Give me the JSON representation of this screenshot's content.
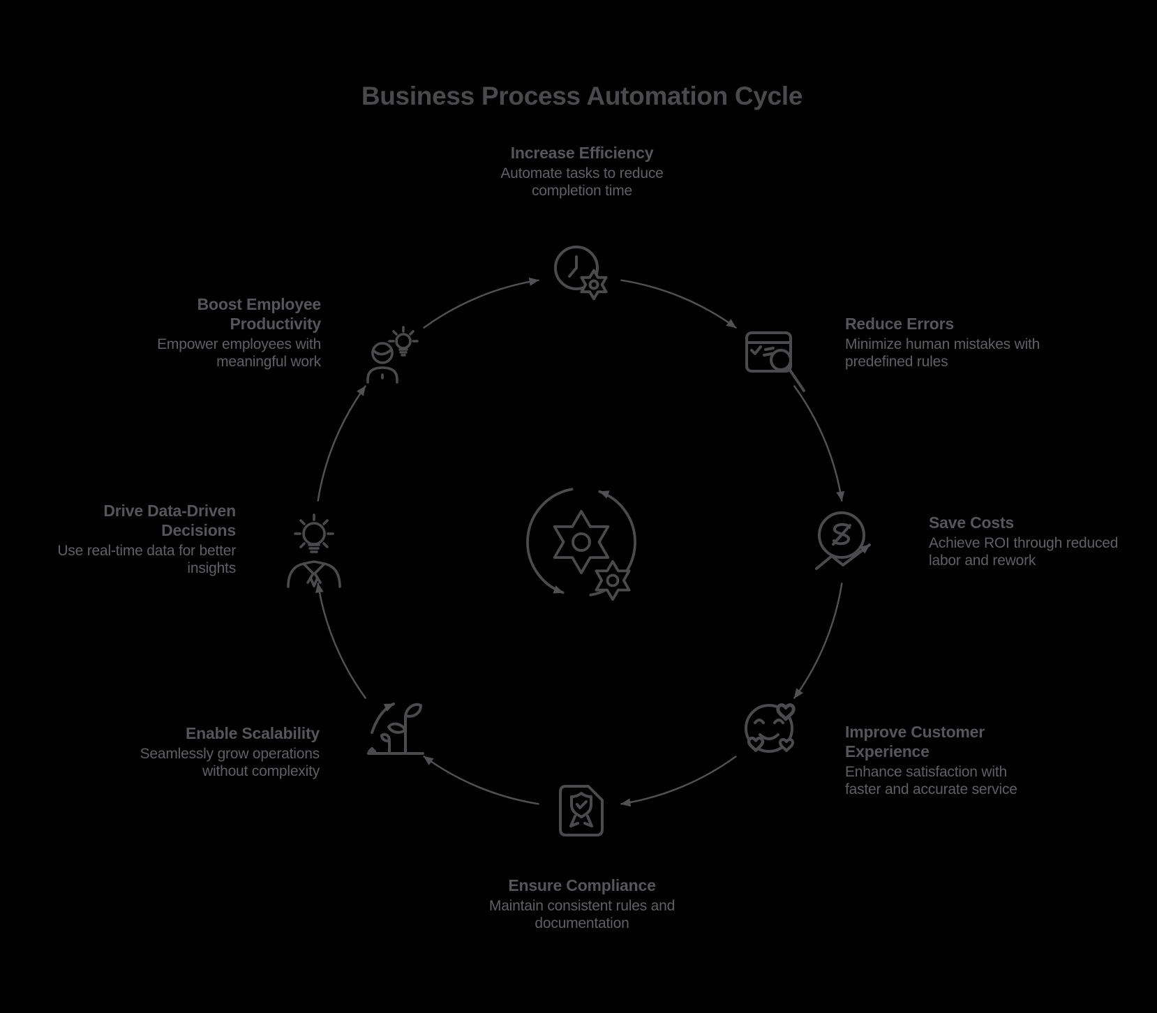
{
  "title": "Business Process Automation Cycle",
  "colors": {
    "background": "#000000",
    "title_text": "#4a4a4d",
    "step_title_text": "#56565a",
    "step_description_text": "#606064",
    "line_art": "#4b4b4d",
    "arrow": "#515153"
  },
  "center": {
    "icon": "automation-gears-cycle-icon"
  },
  "steps": [
    {
      "id": "increase-efficiency",
      "title": "Increase Efficiency",
      "description": "Automate tasks to reduce completion time",
      "icon": "clock-gear-icon"
    },
    {
      "id": "reduce-errors",
      "title": "Reduce Errors",
      "description": "Minimize human mistakes with predefined rules",
      "icon": "checklist-magnifier-icon"
    },
    {
      "id": "save-costs",
      "title": "Save Costs",
      "description": "Achieve ROI through reduced labor and rework",
      "icon": "dollar-growth-arrow-icon"
    },
    {
      "id": "improve-customer-experience",
      "title": "Improve Customer Experience",
      "description": "Enhance satisfaction with faster and accurate service",
      "icon": "smiley-hearts-icon"
    },
    {
      "id": "ensure-compliance",
      "title": "Ensure Compliance",
      "description": "Maintain consistent rules and documentation",
      "icon": "certificate-document-icon"
    },
    {
      "id": "enable-scalability",
      "title": "Enable Scalability",
      "description": "Seamlessly grow operations without complexity",
      "icon": "growing-plant-arrow-icon"
    },
    {
      "id": "drive-data-driven-decisions",
      "title": "Drive Data-Driven Decisions",
      "description": "Use real-time data for better insights",
      "icon": "idea-person-bulb-icon"
    },
    {
      "id": "boost-employee-productivity",
      "title": "Boost Employee Productivity",
      "description": "Empower employees with meaningful work",
      "icon": "employee-lightbulb-icon"
    }
  ]
}
